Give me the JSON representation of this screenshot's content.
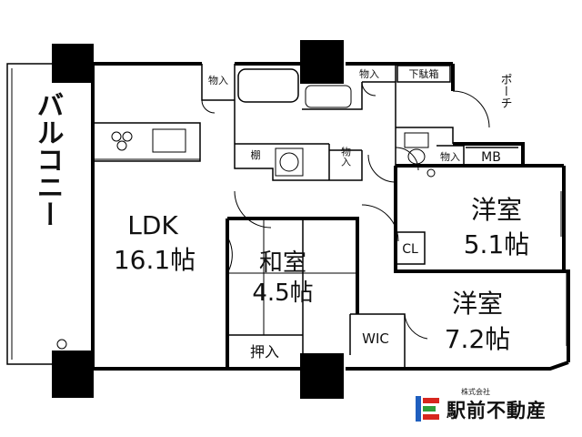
{
  "rooms": {
    "balcony": "バルコニー",
    "ldk_name": "LDK",
    "ldk_size": "16.1帖",
    "washitsu_name": "和室",
    "washitsu_size": "4.5帖",
    "western1_name": "洋室",
    "western1_size": "5.1帖",
    "western2_name": "洋室",
    "western2_size": "7.2帖",
    "oshiire": "押入",
    "wic": "WIC",
    "cl": "CL",
    "mb": "MB",
    "porch": "ポーチ",
    "storage_a": "物入",
    "storage_b": "物入",
    "storage_c": "物入",
    "storage_d": "物入",
    "shoe_box": "下駄箱",
    "shelf": "棚"
  },
  "company": {
    "caption": "株式会社",
    "name": "駅前不動産"
  },
  "colors": {
    "wall": "#000000",
    "logo_blue": "#1f5fbf",
    "logo_red": "#d7261e",
    "logo_green": "#2e9e3a"
  }
}
